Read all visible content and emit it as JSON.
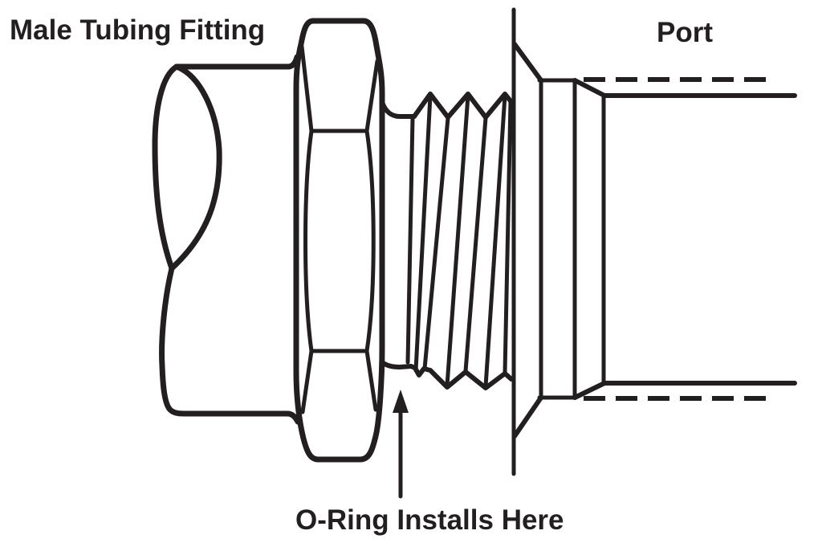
{
  "diagram": {
    "background": "#ffffff",
    "ink": "#231f20",
    "labels": {
      "male_fitting": "Male Tubing Fitting",
      "port": "Port",
      "oring_note": "O-Ring Installs Here"
    }
  }
}
